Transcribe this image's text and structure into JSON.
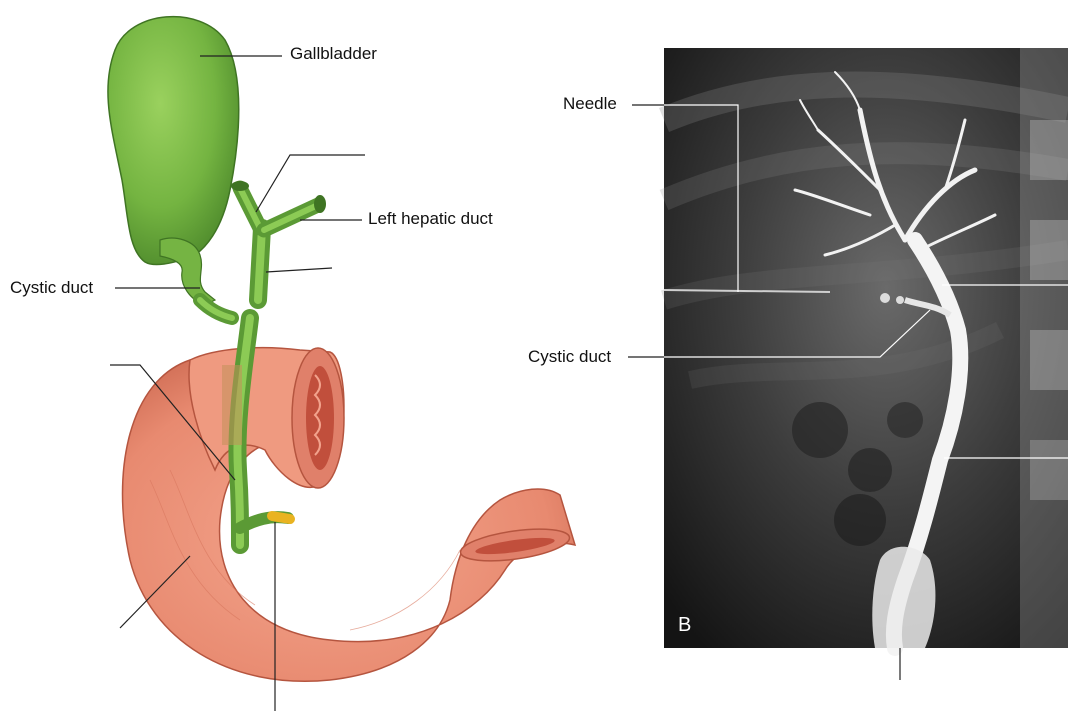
{
  "labels": {
    "gallbladder": "Gallbladder",
    "left_hepatic_duct": "Left hepatic duct",
    "cystic_duct_left": "Cystic duct",
    "needle": "Needle",
    "cystic_duct_right": "Cystic duct"
  },
  "panel_letter": "B",
  "colors": {
    "gallbladder": "#7fbf4a",
    "duct": "#6fae45",
    "duodenum": "#eb8f76",
    "duodenum_edge": "#b5553f",
    "ampulla_tube": "#e9b321",
    "xray_bg": "#2a2a2a"
  }
}
